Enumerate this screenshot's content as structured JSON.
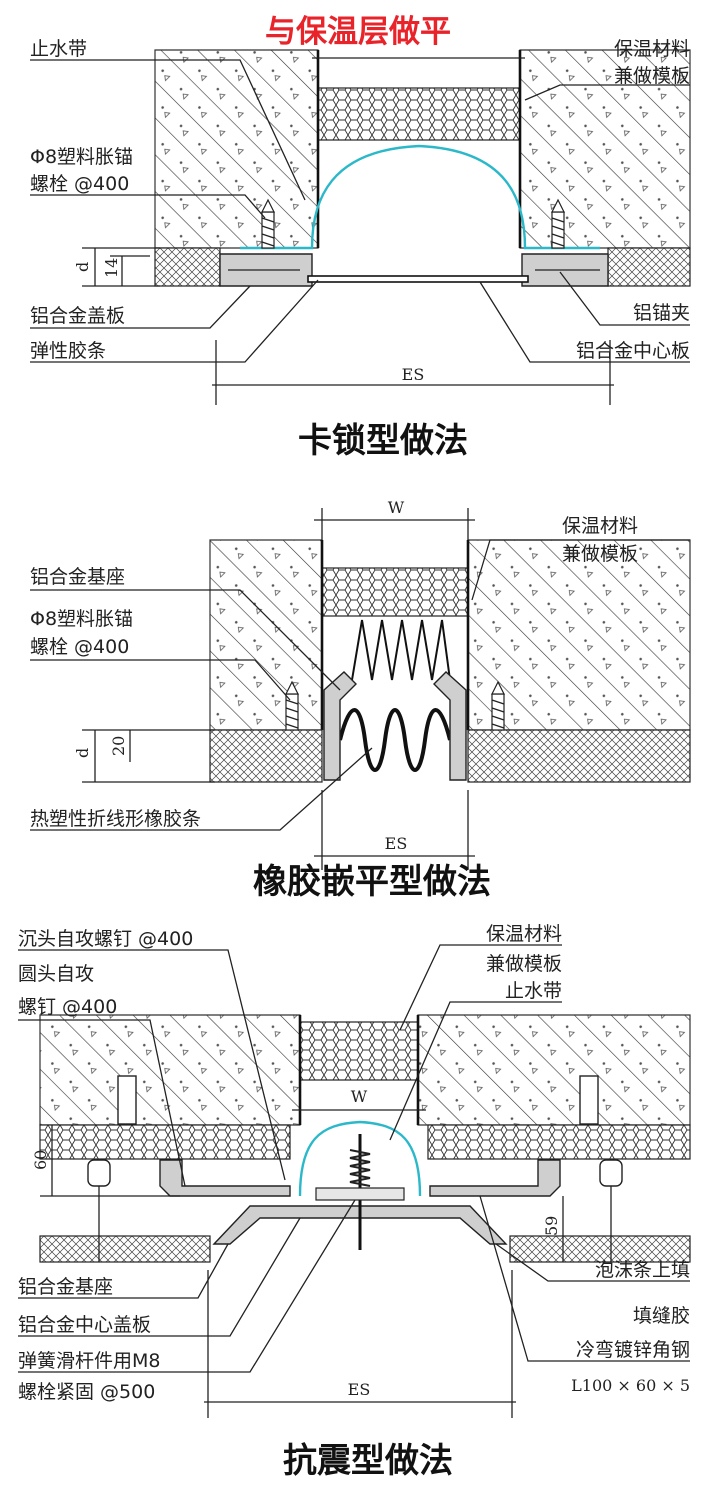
{
  "top_title": "与保温层做平",
  "section1": {
    "title": "卡锁型做法",
    "labels": {
      "waterstop": "止水带",
      "insulation_1": "保温材料",
      "insulation_2": "兼做模板",
      "anchor_1": "Φ8塑料胀锚",
      "anchor_2": "螺栓 @400",
      "dim_d": "d",
      "dim_14": "14",
      "cover_plate": "铝合金盖板",
      "elastic_strip": "弹性胶条",
      "clamp": "铝锚夹",
      "center_plate": "铝合金中心板",
      "dim_es": "ES"
    }
  },
  "section2": {
    "title": "橡胶嵌平型做法",
    "labels": {
      "dim_w": "W",
      "insulation_1": "保温材料",
      "insulation_2": "兼做模板",
      "base": "铝合金基座",
      "anchor_1": "Φ8塑料胀锚",
      "anchor_2": "螺栓 @400",
      "dim_d": "d",
      "dim_20": "20",
      "rubber_strip": "热塑性折线形橡胶条",
      "dim_es": "ES"
    }
  },
  "section3": {
    "title": "抗震型做法",
    "labels": {
      "screw_countersunk": "沉头自攻螺钉 @400",
      "screw_round_1": "圆头自攻",
      "screw_round_2": "螺钉 @400",
      "insulation_1": "保温材料",
      "insulation_2": "兼做模板",
      "waterstop": "止水带",
      "dim_w": "W",
      "dim_60": "60",
      "dim_59": "59",
      "base": "铝合金基座",
      "center_cover": "铝合金中心盖板",
      "spring_1": "弹簧滑杆件用M8",
      "spring_2": "螺栓紧固 @500",
      "foam_1": "泡沫条上填",
      "foam_2": "填缝胶",
      "angle_1": "冷弯镀锌角钢",
      "angle_2": "L100 × 60 × 5",
      "dim_es": "ES"
    }
  }
}
